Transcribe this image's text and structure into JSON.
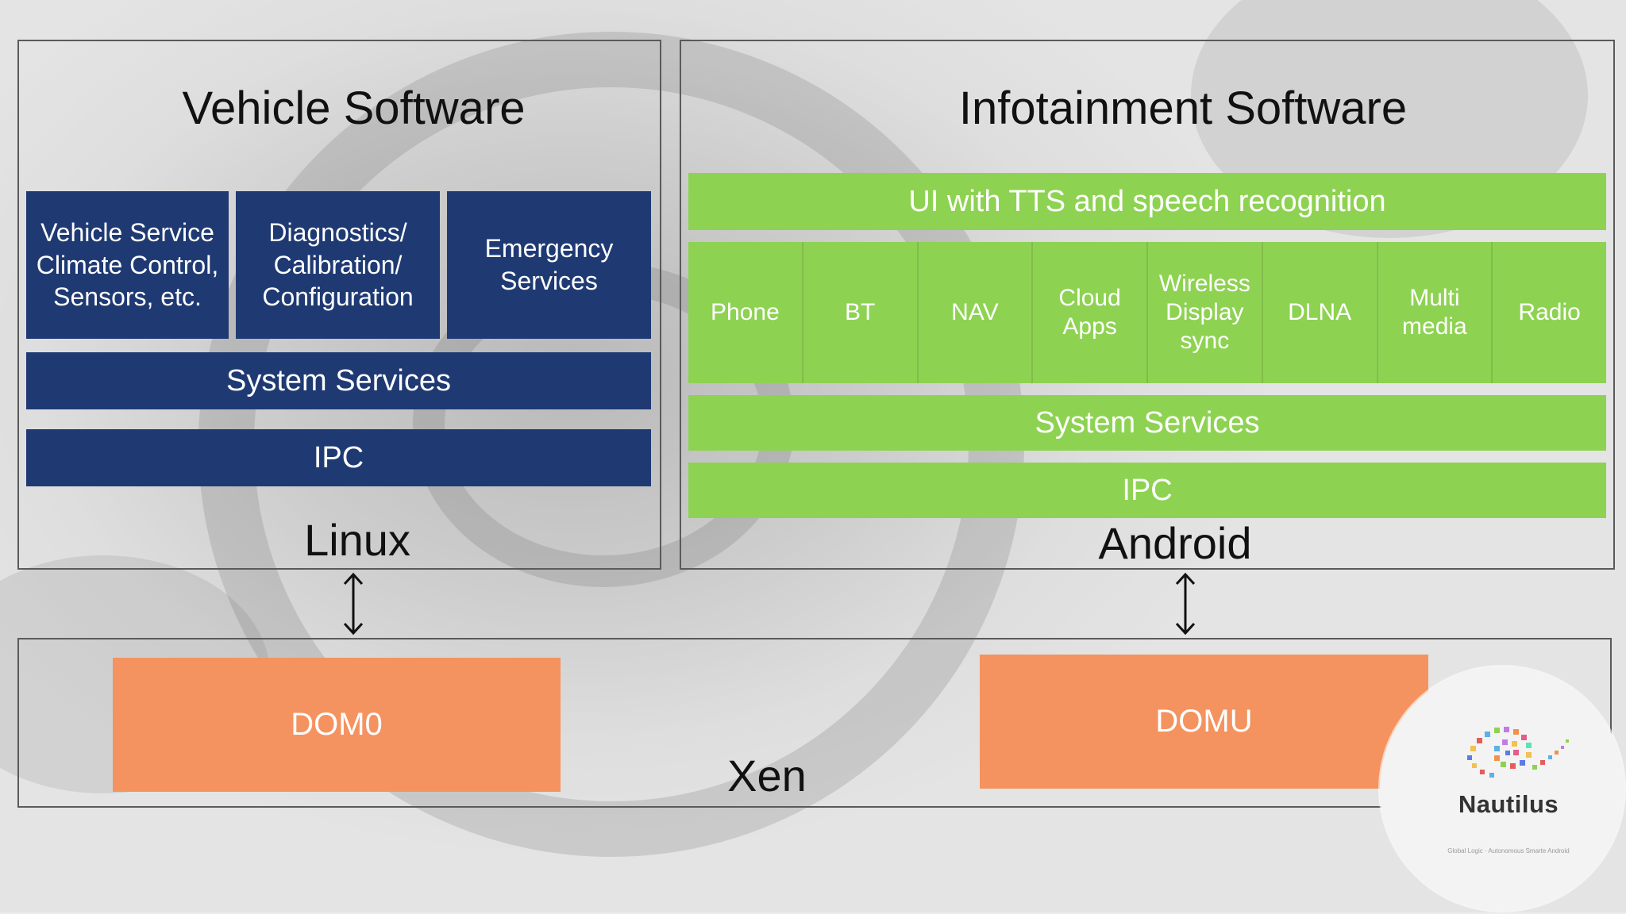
{
  "vehicle": {
    "title": "Vehicle Software",
    "modules": [
      {
        "label": "Vehicle Service\nClimate Control,\nSensors, etc."
      },
      {
        "label": "Diagnostics/\nCalibration/\nConfiguration"
      },
      {
        "label": "Emergency\nServices"
      }
    ],
    "system_services": "System Services",
    "ipc": "IPC",
    "os": "Linux"
  },
  "infotainment": {
    "title": "Infotainment Software",
    "ui_bar": "UI with TTS and speech recognition",
    "apps": [
      {
        "label": "Phone"
      },
      {
        "label": "BT"
      },
      {
        "label": "NAV"
      },
      {
        "label": "Cloud\nApps"
      },
      {
        "label": "Wireless\nDisplay\nsync"
      },
      {
        "label": "DLNA"
      },
      {
        "label": "Multi\nmedia"
      },
      {
        "label": "Radio"
      }
    ],
    "system_services": "System Services",
    "ipc": "IPC",
    "os": "Android"
  },
  "hypervisor": {
    "dom0": "DOM0",
    "domu": "DOMU",
    "label": "Xen"
  },
  "logo": {
    "name": "Nautilus",
    "caption": "Global Logic · Autonomous Smarte Android"
  },
  "colors": {
    "navy": "#1f3a73",
    "green": "#8ed252",
    "orange": "#f4935f"
  }
}
